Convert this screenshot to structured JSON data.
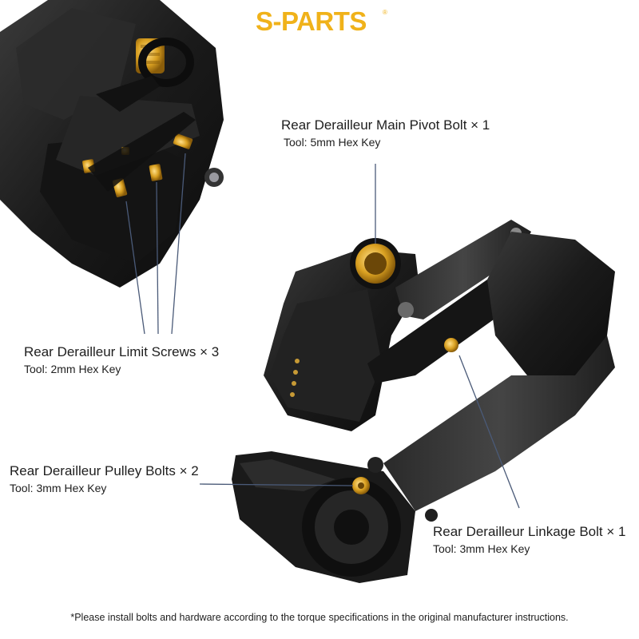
{
  "brand": {
    "logo_text": "S-PARTS",
    "registered_mark": "®",
    "color": "#f0b21a"
  },
  "callouts": [
    {
      "title": "Rear Derailleur Main Pivot Bolt × 1",
      "tool": "Tool: 5mm Hex Key"
    },
    {
      "title": "Rear Derailleur Limit Screws × 3",
      "tool": "Tool: 2mm Hex Key"
    },
    {
      "title": "Rear Derailleur Pulley Bolts × 2",
      "tool": "Tool: 3mm Hex Key"
    },
    {
      "title": "Rear Derailleur Linkage Bolt × 1",
      "tool": "Tool: 3mm Hex Key"
    }
  ],
  "footer_note": "*Please install bolts and hardware according to the torque specifications in the original manufacturer instructions.",
  "colors": {
    "bolt_gold": "#d9a021",
    "derailleur_black": "#1c1c1c",
    "leader_line": "#4a5a78"
  }
}
